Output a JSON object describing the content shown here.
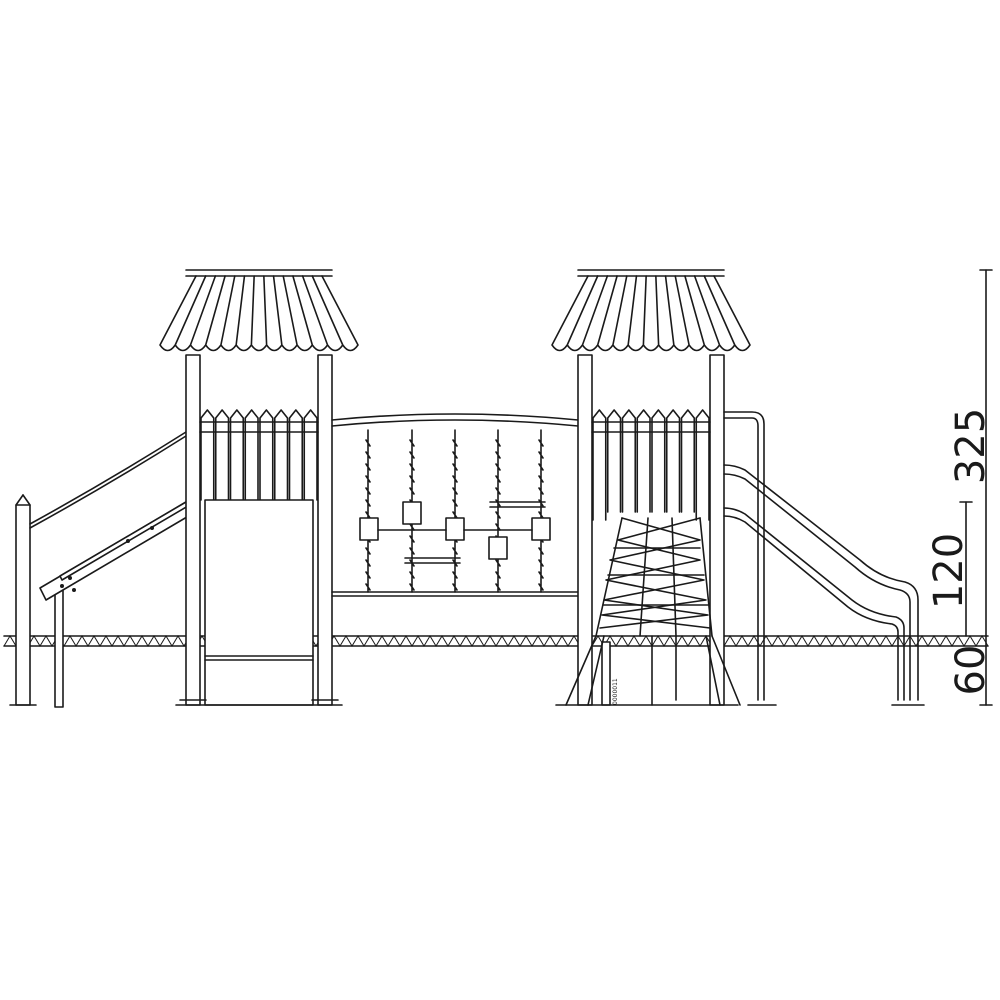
{
  "dimensions": [
    {
      "value": "325"
    },
    {
      "value": "120"
    },
    {
      "value": "60"
    }
  ],
  "tower_label": "0000011",
  "colors": {
    "line": "#1a1a1a",
    "background": "#ffffff"
  }
}
